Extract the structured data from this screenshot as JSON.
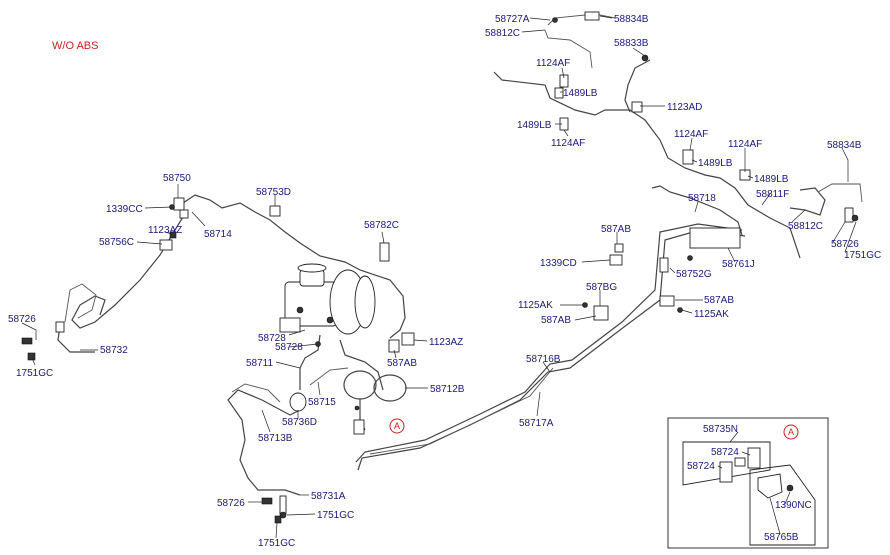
{
  "title": "W/O ABS",
  "marker": "A",
  "labels": {
    "l58727A": "58727A",
    "l58834B_top": "58834B",
    "l58812C_top": "58812C",
    "l58833B": "58833B",
    "l1124AF_a": "1124AF",
    "l1489LB_a": "1489LB",
    "l1123AD": "1123AD",
    "l1489LB_b": "1489LB",
    "l1124AF_b": "1124AF",
    "l1124AF_c": "1124AF",
    "l1124AF_d": "1124AF",
    "l1489LB_c": "1489LB",
    "l1489LB_d": "1489LB",
    "l58834B_r": "58834B",
    "l58811F": "58811F",
    "l58812C_r": "58812C",
    "l58726_r": "58726",
    "l1751GC_r": "1751GC",
    "l58718": "58718",
    "l587AB_a": "587AB",
    "l1339CD": "1339CD",
    "l58752G": "58752G",
    "l58761J": "58761J",
    "l587BG": "587BG",
    "l1125AK_a": "1125AK",
    "l587AB_b": "587AB",
    "l587AB_c": "587AB",
    "l1125AK_b": "1125AK",
    "l58716B": "58716B",
    "l58717A": "58717A",
    "l58750": "58750",
    "l1339CC": "1339CC",
    "l58753D": "58753D",
    "l58714": "58714",
    "l1123AZ_a": "1123AZ",
    "l58756C": "58756C",
    "l58782C": "58782C",
    "l58726_l": "58726",
    "l58732": "58732",
    "l1751GC_l": "1751GC",
    "l58728_a": "58728",
    "l58728_b": "58728",
    "l1123AZ_b": "1123AZ",
    "l587AB_d": "587AB",
    "l58711": "58711",
    "l58712B": "58712B",
    "l58715": "58715",
    "l58736D": "58736D",
    "l58713B": "58713B",
    "l58726_b": "58726",
    "l58731A": "58731A",
    "l1751GC_b1": "1751GC",
    "l1751GC_b2": "1751GC",
    "l58735N": "58735N",
    "l58724_a": "58724",
    "l58724_b": "58724",
    "l1390NC": "1390NC",
    "l58765B": "58765B"
  }
}
